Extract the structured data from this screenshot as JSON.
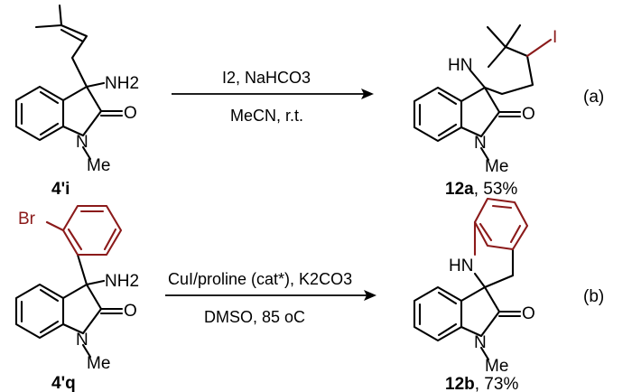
{
  "reaction_a": {
    "reactant_label": "4'i",
    "reagents_above": "I2, NaHCO3",
    "conditions_below": "MeCN, r.t.",
    "product_label": "12a",
    "product_yield": ", 53%",
    "tag": "(a)",
    "atoms": {
      "nh2": "NH2",
      "n": "N",
      "me": "Me",
      "o": "O",
      "hn": "HN",
      "i": "I"
    }
  },
  "reaction_b": {
    "reactant_label": "4'q",
    "reagents_above": "CuI/proline (cat*), K2CO3",
    "conditions_below": "DMSO, 85 oC",
    "product_label": "12b",
    "product_yield": ", 73%",
    "tag": "(b)",
    "atoms": {
      "br": "Br",
      "nh2": "NH2",
      "n": "N",
      "me": "Me",
      "o": "O",
      "hn": "HN"
    }
  },
  "colors": {
    "bond": "#000000",
    "highlight": "#8b1a1a",
    "background": "#ffffff"
  }
}
